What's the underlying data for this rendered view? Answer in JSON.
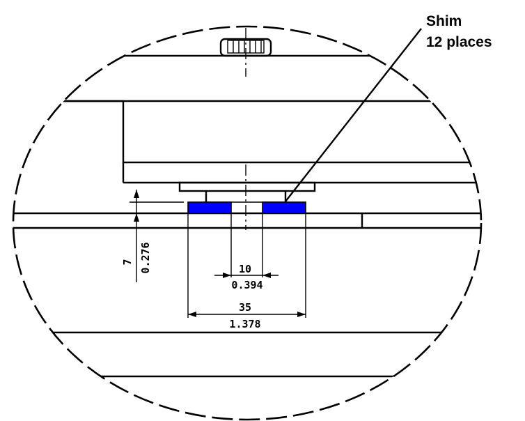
{
  "callout": {
    "line1": "Shim",
    "line2": "12 places"
  },
  "dimensions": {
    "height": {
      "metric": "7",
      "imperial": "0.276"
    },
    "gap": {
      "metric": "10",
      "imperial": "0.394"
    },
    "span": {
      "metric": "35",
      "imperial": "1.378"
    }
  },
  "colors": {
    "shim": "#0000ff",
    "line": "#000000",
    "background": "#ffffff"
  }
}
